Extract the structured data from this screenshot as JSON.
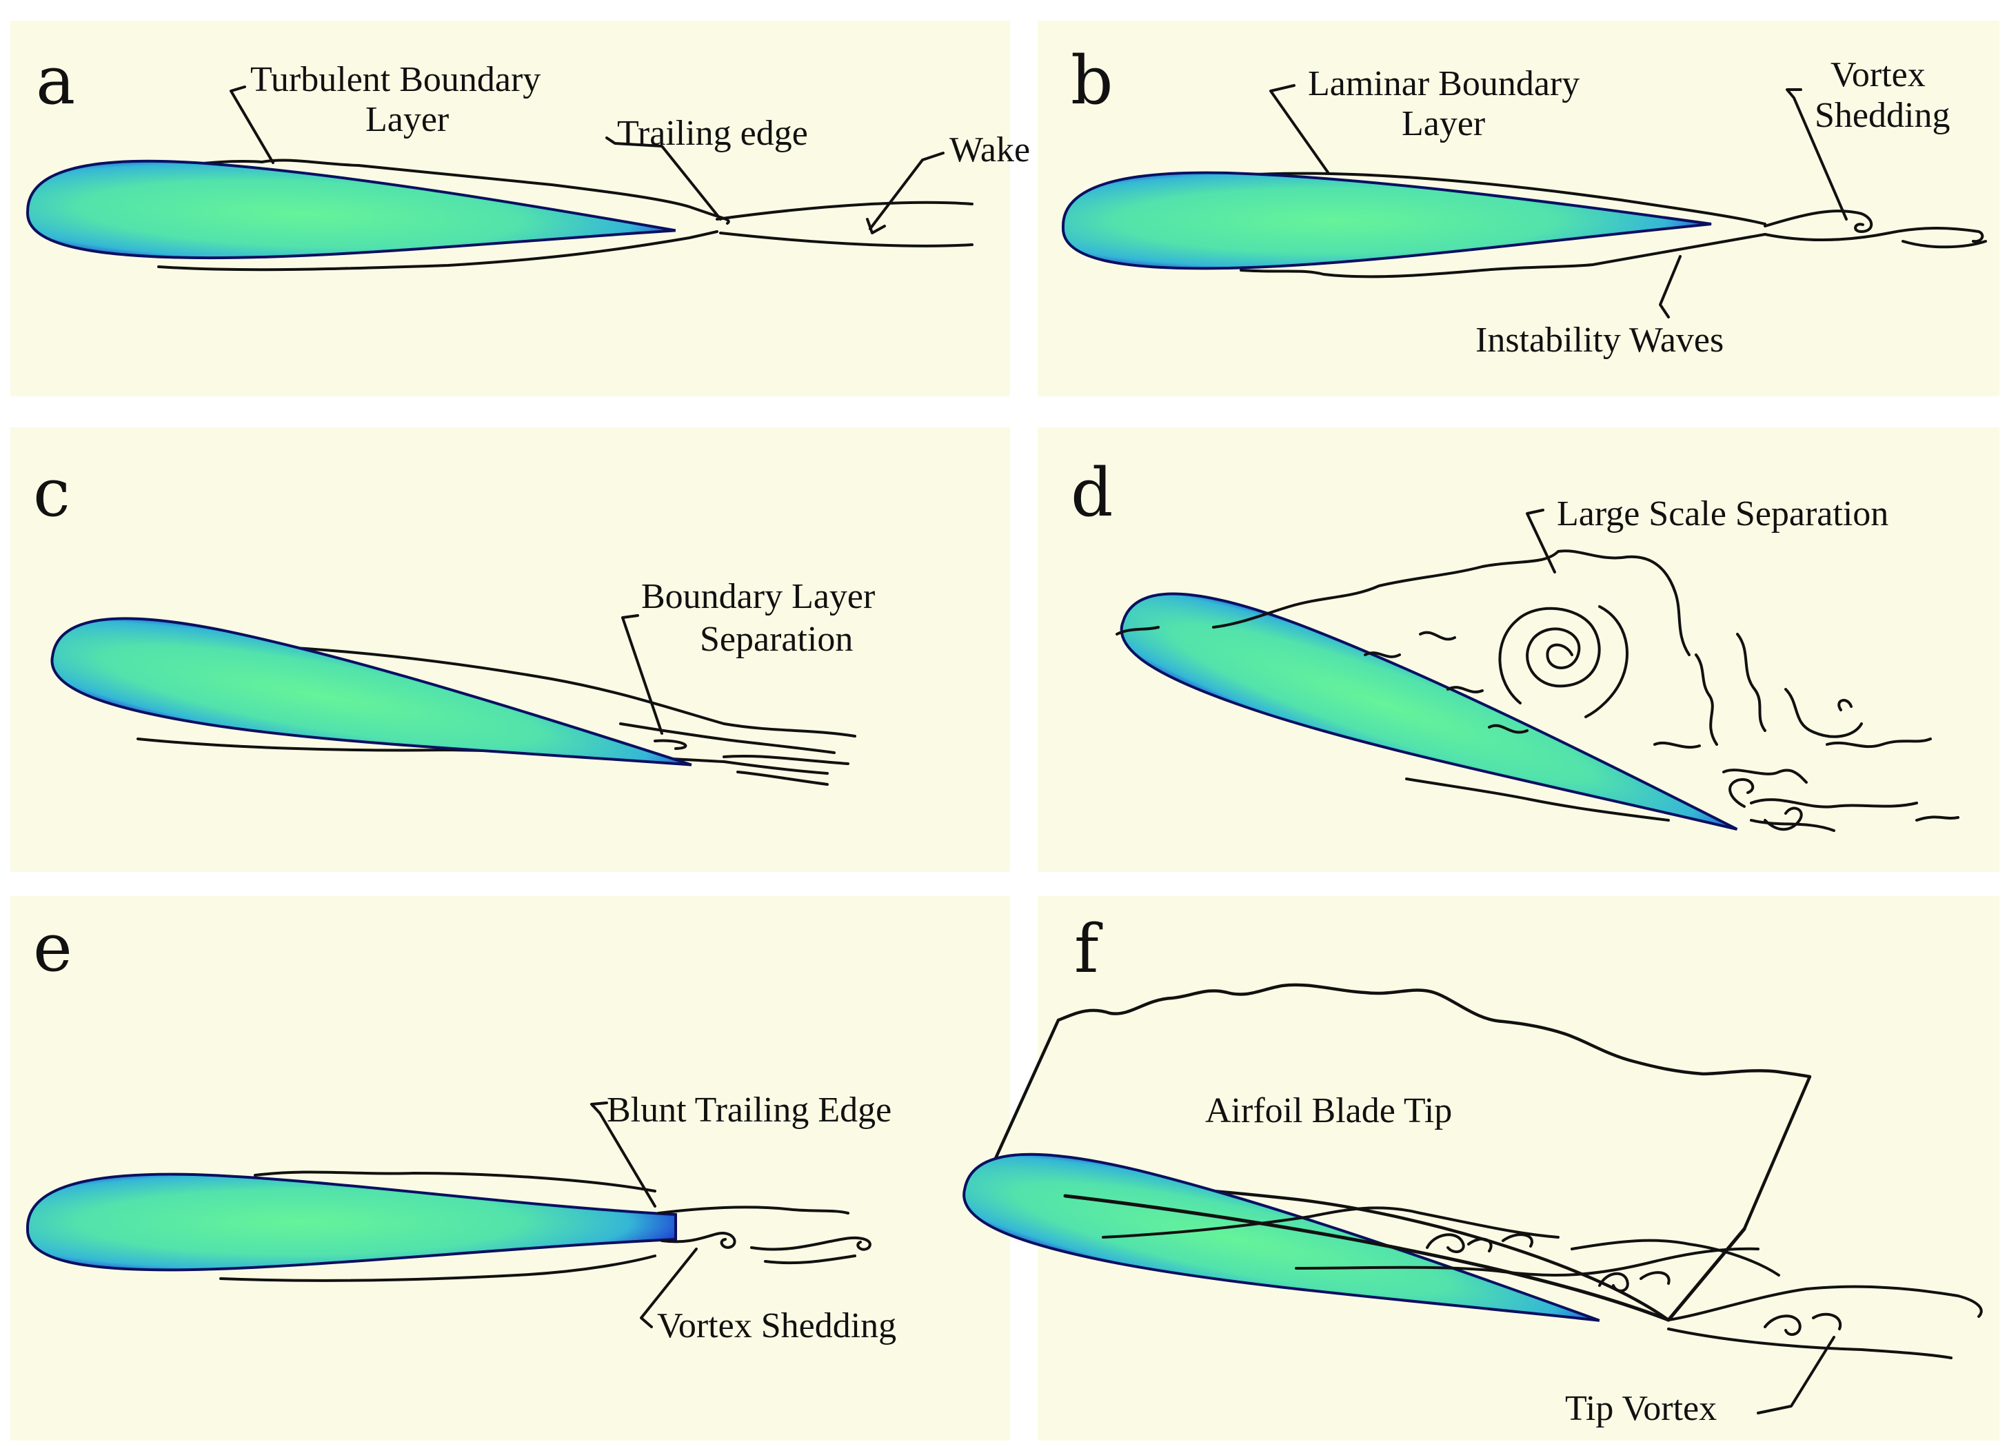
{
  "panels": [
    {
      "id": "a",
      "letter": "a",
      "labels": {
        "boundary_layer": [
          "Turbulent Boundary",
          "Layer"
        ],
        "trailing_edge": "Trailing edge",
        "wake": "Wake"
      }
    },
    {
      "id": "b",
      "letter": "b",
      "labels": {
        "boundary_layer": [
          "Laminar Boundary",
          "Layer"
        ],
        "vortex_shedding": [
          "Vortex",
          "Shedding"
        ],
        "instability_waves": "Instability Waves"
      }
    },
    {
      "id": "c",
      "letter": "c",
      "labels": {
        "separation": [
          "Boundary Layer",
          "Separation"
        ]
      }
    },
    {
      "id": "d",
      "letter": "d",
      "labels": {
        "large_scale_separation": "Large Scale Separation"
      }
    },
    {
      "id": "e",
      "letter": "e",
      "labels": {
        "blunt_trailing_edge": "Blunt Trailing Edge",
        "vortex_shedding": "Vortex Shedding"
      }
    },
    {
      "id": "f",
      "letter": "f",
      "labels": {
        "blade_tip": "Airfoil Blade Tip",
        "tip_vortex": "Tip Vortex"
      }
    }
  ],
  "colors": {
    "panel_background": "#fbfbe5",
    "foil_core": "#5ff0a0",
    "foil_mid": "#3cc6cc",
    "foil_edge": "#1a2ad0",
    "ink": "#111111"
  }
}
